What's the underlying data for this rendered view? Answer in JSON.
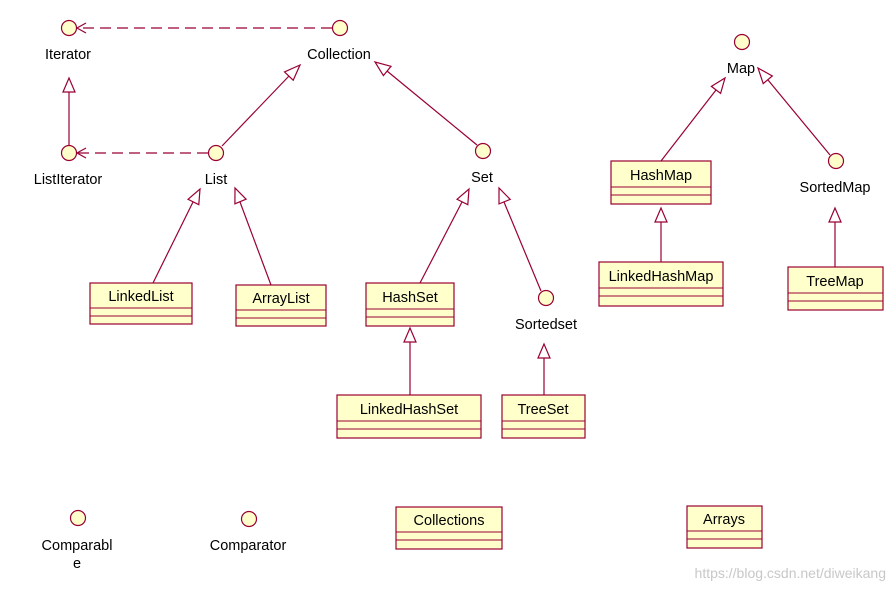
{
  "colors": {
    "line": "#990033",
    "box_fill": "#ffffcc",
    "box_border": "#990033",
    "text": "#000000",
    "watermark": "#c8c8c8"
  },
  "interfaces": {
    "iterator": "Iterator",
    "collection": "Collection",
    "list_iterator": "ListIterator",
    "list": "List",
    "set": "Set",
    "sorted_set": "Sortedset",
    "map": "Map",
    "sorted_map": "SortedMap",
    "comparable_line1": "Comparabl",
    "comparable_line2": "e",
    "comparator": "Comparator"
  },
  "classes": {
    "linked_list": "LinkedList",
    "array_list": "ArrayList",
    "hash_set": "HashSet",
    "linked_hash_set": "LinkedHashSet",
    "tree_set": "TreeSet",
    "hash_map": "HashMap",
    "linked_hash_map": "LinkedHashMap",
    "tree_map": "TreeMap",
    "collections": "Collections",
    "arrays": "Arrays"
  },
  "watermark": "https://blog.csdn.net/diweikang"
}
